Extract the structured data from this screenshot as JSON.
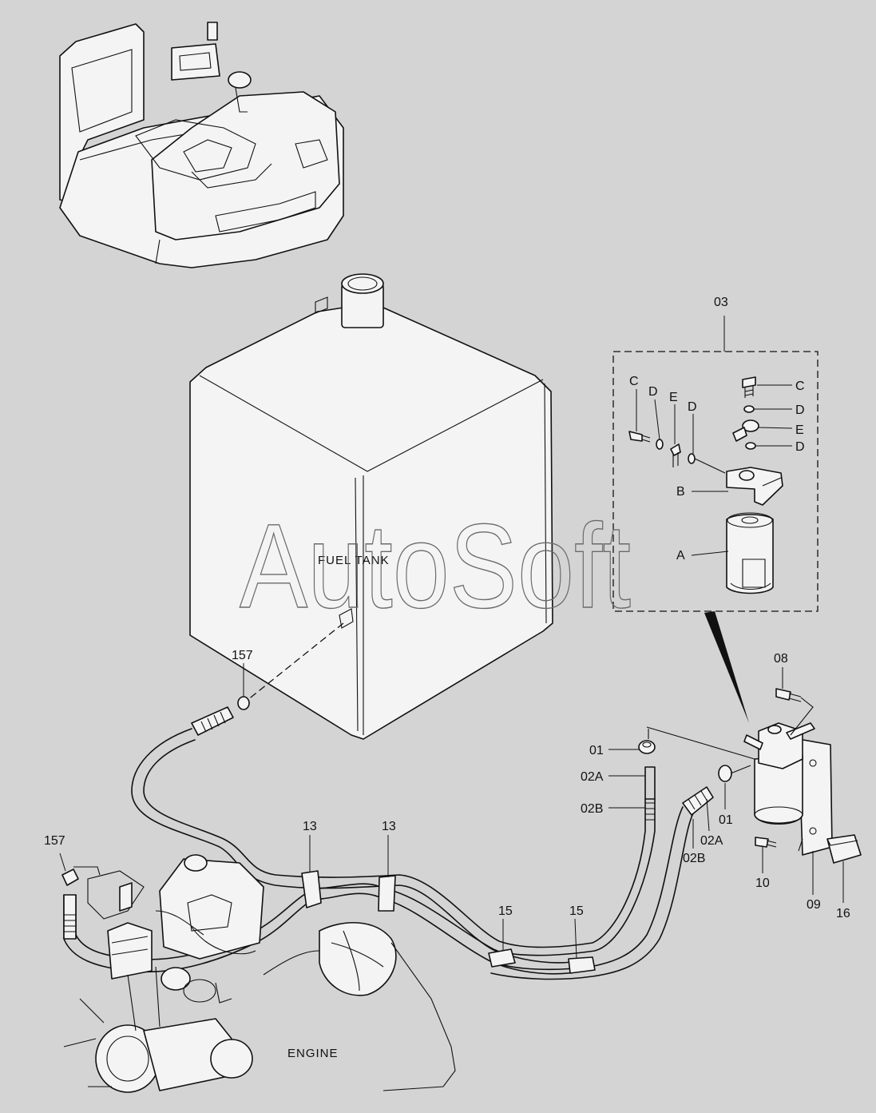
{
  "watermark": "AutoSoft",
  "labels": {
    "fuel_tank": "FUEL TANK",
    "engine": "ENGINE",
    "part_157a": "157",
    "part_157b": "157",
    "part_13a": "13",
    "part_13b": "13",
    "part_15a": "15",
    "part_15b": "15",
    "part_01a": "01",
    "part_02Aa": "02A",
    "part_02Ba": "02B",
    "part_01b": "01",
    "part_02Ab": "02A",
    "part_02Bb": "02B",
    "part_08": "08",
    "part_10": "10",
    "part_09": "09",
    "part_16": "16",
    "part_03": "03"
  },
  "detail_box": {
    "labels": {
      "c_left": "C",
      "d_left1": "D",
      "e_left": "E",
      "d_left2": "D",
      "c_right": "C",
      "d_right1": "D",
      "e_right": "E",
      "d_right2": "D",
      "b": "B",
      "a": "A"
    }
  }
}
